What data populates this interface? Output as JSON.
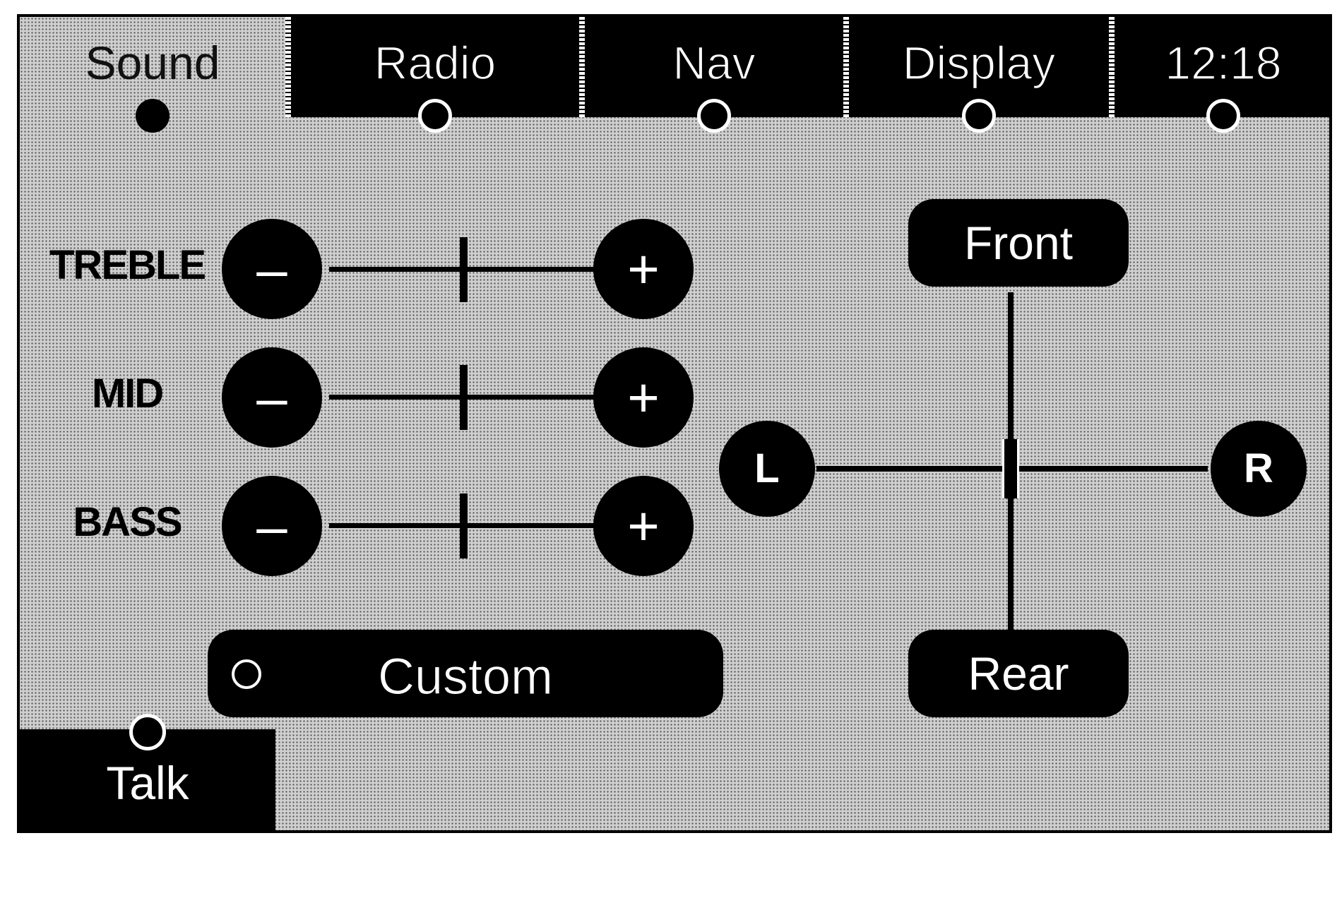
{
  "tabs": [
    {
      "label": "Sound",
      "active": true
    },
    {
      "label": "Radio",
      "active": false
    },
    {
      "label": "Nav",
      "active": false
    },
    {
      "label": "Display",
      "active": false
    },
    {
      "label": "12:18",
      "active": false
    }
  ],
  "eq": {
    "treble": {
      "label": "TREBLE",
      "minus": "–",
      "plus": "+",
      "level": 0.5
    },
    "mid": {
      "label": "MID",
      "minus": "–",
      "plus": "+",
      "level": 0.5
    },
    "bass": {
      "label": "BASS",
      "minus": "–",
      "plus": "+",
      "level": 0.5
    }
  },
  "preset": {
    "label": "Custom"
  },
  "fader": {
    "front_label": "Front",
    "rear_label": "Rear",
    "level": 0.5
  },
  "balance": {
    "left_label": "L",
    "right_label": "R",
    "level": 0.5
  },
  "bottom_tab": {
    "label": "Talk"
  },
  "colors": {
    "foreground": "#000000",
    "background": "#cfcfcf",
    "text_light": "#ffffff"
  }
}
